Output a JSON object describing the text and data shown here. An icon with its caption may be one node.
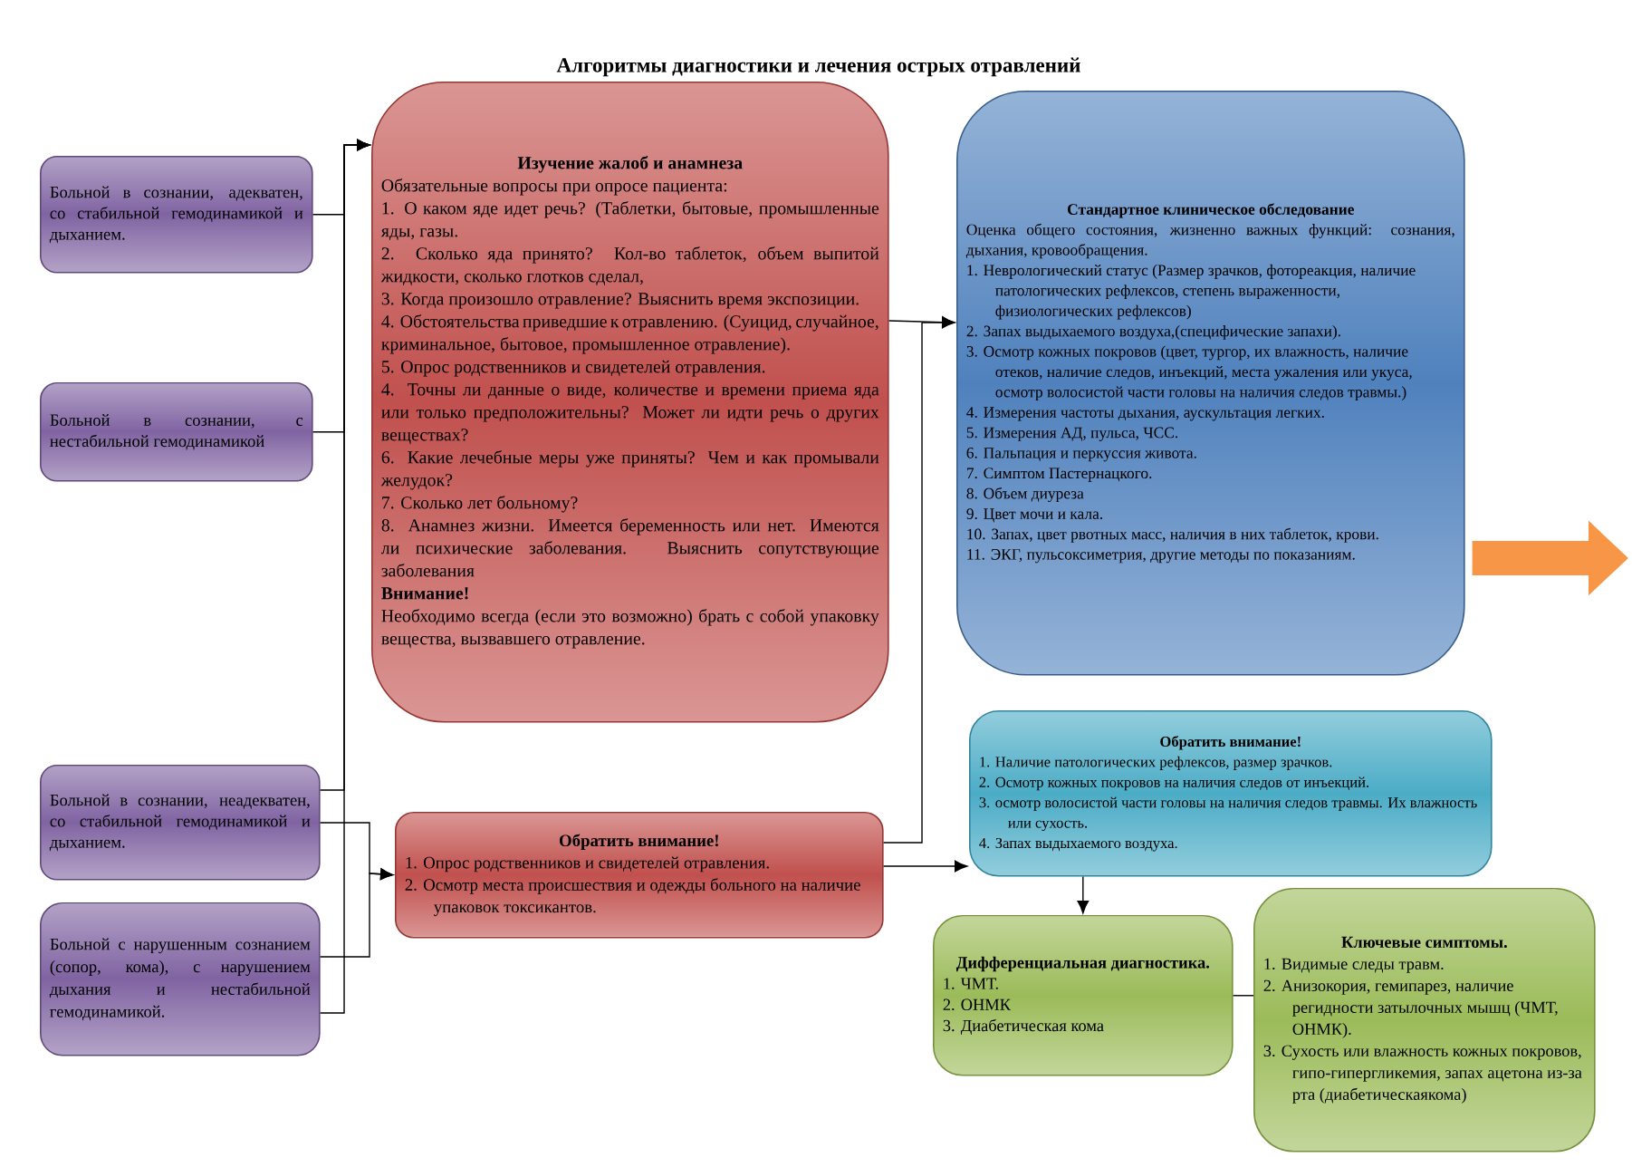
{
  "diagram": {
    "title": "Алгоритмы диагностики и лечения острых отравлений",
    "nodes": [
      {
        "text": [
          "Больной в сознании, адекватен, со стабильной гемодинамикой и дыханием."
        ]
      },
      {
        "text": [
          "Больной в сознании, с нестабильной гемодинамикой"
        ]
      },
      {
        "text": [
          "Больной в сознании, неадекватен, со стабильной гемодинамикой и дыханием."
        ]
      },
      {
        "text": [
          "Больной с нарушенным сознанием (сопор, кома), с нарушением дыхания и нестабильной гемодинамикой."
        ]
      },
      {
        "text": [
          "Изучение жалоб и анамнеза",
          "Обязательные вопросы при опросе пациента:",
          "1. О каком яде идет речь? (Таблетки, бытовые, промышленные яды, газы.",
          "2. Сколько яда принято? Кол-во таблеток, объем выпитой жидкости, сколько глотков сделал,",
          "3. Когда произошло отравление? Выяснить время экспозиции.",
          "4. Обстоятельства приведшие к отравлению. (Суицид, случайное, криминальное, бытовое, промышленное отравление).",
          "5. Опрос родственников и свидетелей отравления.",
          "4. Точны ли данные о виде, количестве и времени приема яда или только предположительны? Может ли идти речь о других веществах?",
          "6. Какие лечебные меры уже приняты? Чем и как промывали желудок?",
          "7. Сколько лет больному?",
          "8. Анамнез жизни. Имеется беременность или нет. Имеются ли психические заболевания. Выяснить сопутствующие заболевания",
          "Внимание!",
          "Необходимо всегда (если это возможно) брать с собой упаковку вещества, вызвавшего отравление."
        ]
      },
      {
        "text": [
          "Обратить внимание!",
          "1. Опрос родственников и свидетелей отравления.",
          "2. Осмотр места происшествия и одежды больного на наличие упаковок токсикантов."
        ]
      },
      {
        "text": [
          "Стандартное клиническое обследование",
          "Оценка общего состояния, жизненно важных функций: сознания, дыхания, кровообращения.",
          "1. Неврологический статус (Размер зрачков, фотореакция, наличие патологических рефлексов, степень выраженности, физиологических рефлексов)",
          "2. Запах выдыхаемого воздуха,(специфические запахи).",
          "3. Осмотр кожных покровов (цвет, тургор, их влажность, наличие отеков, наличие следов, инъекций, места ужаления или укуса, осмотр волосистой части головы на наличия следов травмы.)",
          "4. Измерения частоты дыхания, аускультация легких.",
          "5. Измерения АД, пульса, ЧСС.",
          "6. Пальпация и перкуссия живота.",
          "7. Симптом Пастернацкого.",
          "8. Объем диуреза",
          "9. Цвет мочи и кала.",
          "10. Запах, цвет рвотных масс, наличия в них таблеток, крови.",
          "11. ЭКГ, пульсоксиметрия, другие методы по показаниям."
        ]
      },
      {
        "text": [
          "Обратить внимание!",
          "1. Наличие патологических рефлексов, размер зрачков.",
          "2. Осмотр кожных покровов на наличия следов от инъекций.",
          "3. осмотр волосистой части головы на наличия следов травмы. Их влажность или сухость.",
          "4. Запах выдыхаемого воздуха."
        ]
      },
      {
        "text": [
          "Дифференциальная диагностика.",
          "1. ЧМТ.",
          "2. ОНМК",
          "3. Диабетическая кома"
        ]
      },
      {
        "text": [
          "Ключевые симптомы.",
          "1. Видимые следы травм.",
          "2. Анизокория, гемипарез, наличие регидности затылочных мышц (ЧМТ, ОНМК).",
          "3. Сухость или влажность кожных покровов, гипо-гипергликемия, запах ацетона из-за рта (диабетическаякома)"
        ]
      }
    ],
    "edges": [
      {
        "from": 0,
        "to": 4,
        "arrow": "to"
      },
      {
        "from": 1,
        "to": 4,
        "arrow": "to"
      },
      {
        "from": 2,
        "to": 4,
        "arrow": "to"
      },
      {
        "from": 3,
        "to": 4,
        "arrow": "to"
      },
      {
        "from": 2,
        "to": 5,
        "arrow": "to"
      },
      {
        "from": 3,
        "to": 5,
        "arrow": "to"
      },
      {
        "from": 4,
        "to": 6,
        "arrow": "to"
      },
      {
        "from": 5,
        "to": 6,
        "arrow": "to"
      },
      {
        "from": 5,
        "to": 7,
        "arrow": "to"
      },
      {
        "from": 7,
        "to": 8,
        "arrow": "to"
      },
      {
        "from": 8,
        "to": 9,
        "arrow": "none"
      },
      {
        "from": 6,
        "to": null,
        "arrow": "to",
        "style": "thick",
        "color": "#f79646"
      }
    ]
  }
}
